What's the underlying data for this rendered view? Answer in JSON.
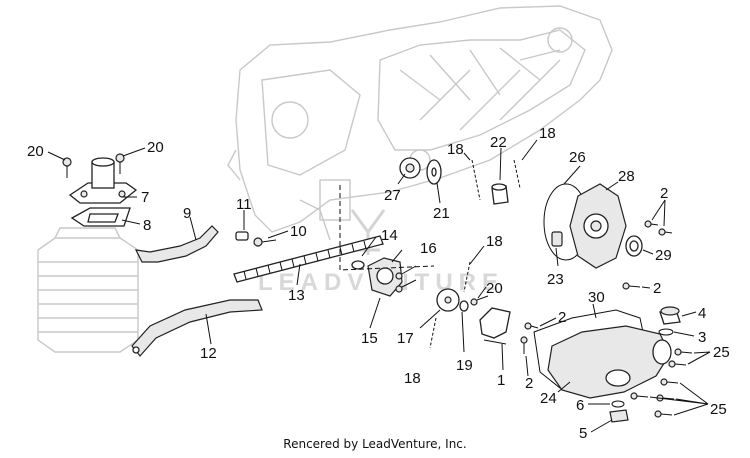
{
  "watermark": "LEADVENTURE",
  "footer": "Rencered by LeadVenture, Inc.",
  "labels": {
    "l20a": "20",
    "l20b": "20",
    "l7": "7",
    "l8": "8",
    "l9": "9",
    "l11": "11",
    "l10": "10",
    "l14": "14",
    "l16": "16",
    "l13": "13",
    "l15": "15",
    "l12": "12",
    "l27": "27",
    "l21": "21",
    "l22": "22",
    "l18a": "18",
    "l18b": "18",
    "l18c": "18",
    "l18d": "18",
    "l20c": "20",
    "l17": "17",
    "l19": "19",
    "l1": "1",
    "l26": "26",
    "l28": "28",
    "l23": "23",
    "l2a": "2",
    "l29": "29",
    "l2b": "2",
    "l30": "30",
    "l2c": "2",
    "l2d": "2",
    "l4": "4",
    "l3": "3",
    "l25a": "25",
    "l24": "24",
    "l6": "6",
    "l25b": "25",
    "l5": "5"
  }
}
